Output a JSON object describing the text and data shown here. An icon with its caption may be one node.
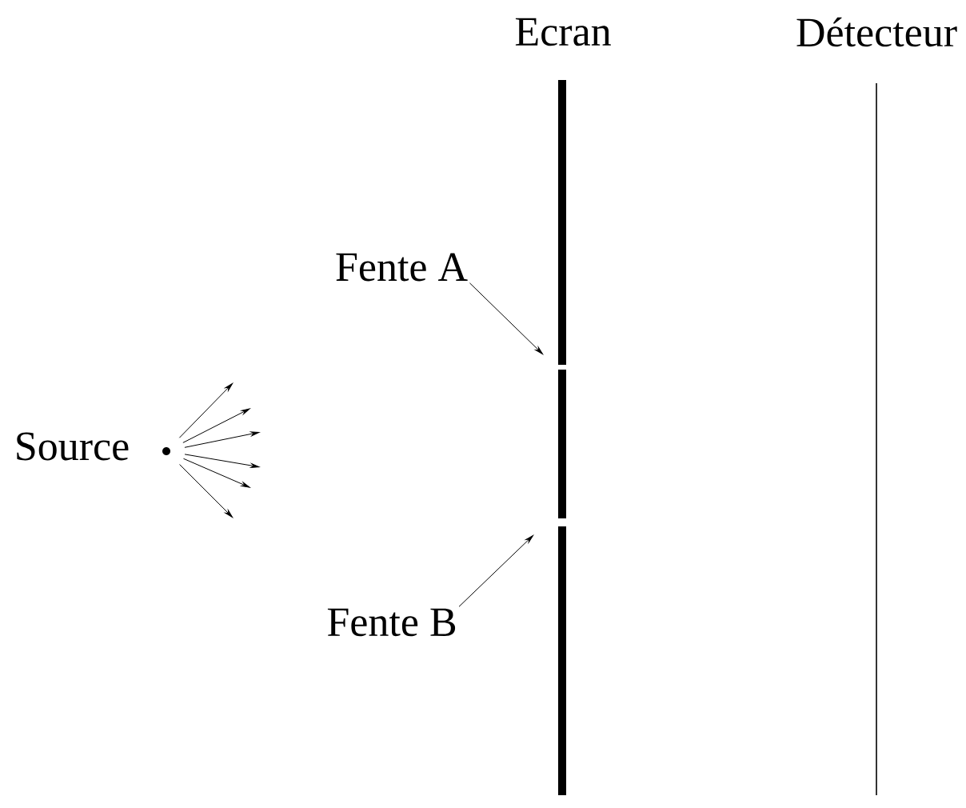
{
  "diagram": {
    "nodes": [
      {
        "text": [
          "Fente A"
        ]
      },
      {
        "text": [
          "Fente B"
        ]
      },
      {
        "text": [],
        "shape": "circle",
        "beside": [
          "Source"
        ]
      }
    ],
    "edges": [
      {
        "from": 0,
        "to": null,
        "arrow": "to"
      },
      {
        "from": 1,
        "to": null,
        "arrow": "to"
      },
      {
        "from": 2,
        "to": null,
        "arrow": "to"
      },
      {
        "from": 2,
        "to": null,
        "arrow": "to"
      },
      {
        "from": 2,
        "to": null,
        "arrow": "to"
      },
      {
        "from": 2,
        "to": null,
        "arrow": "to"
      },
      {
        "from": 2,
        "to": null,
        "arrow": "to"
      },
      {
        "from": 2,
        "to": null,
        "arrow": "to"
      }
    ],
    "labels": [
      "Ecran",
      "Détecteur"
    ]
  }
}
